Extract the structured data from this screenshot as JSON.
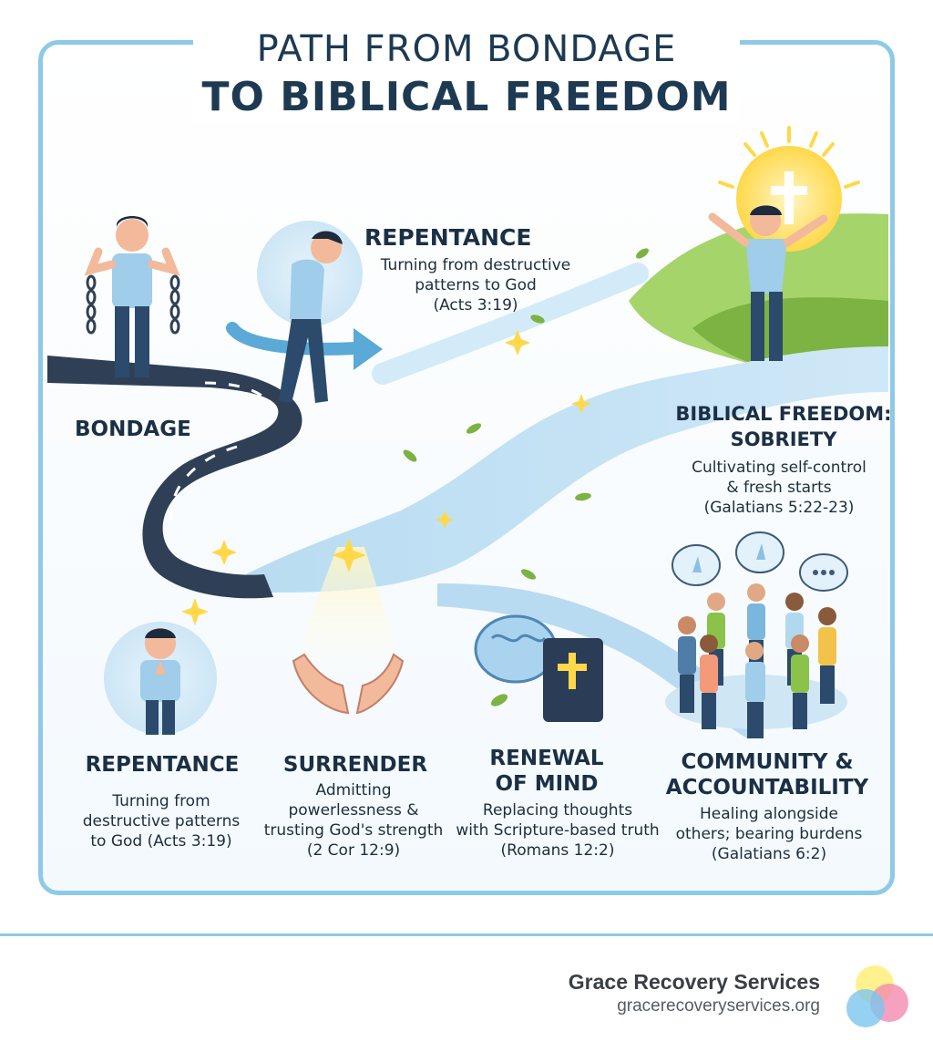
{
  "title": {
    "line1": "PATH FROM BONDAGE",
    "line2": "TO BIBLICAL FREEDOM"
  },
  "top_steps": {
    "bondage": {
      "label": "BONDAGE"
    },
    "repentance": {
      "label": "REPENTANCE",
      "line1": "Turning from destructive",
      "line2": "patterns to God",
      "line3": "(Acts 3:19)"
    },
    "freedom": {
      "label1": "BIBLICAL FREEDOM:",
      "label2": "SOBRIETY",
      "line1": "Cultivating self-control",
      "line2": "& fresh starts",
      "line3": "(Galatians 5:22-23)"
    }
  },
  "bottom_steps": [
    {
      "label1": "REPENTANCE",
      "label2": "",
      "line1": "Turning from",
      "line2": "destructive patterns",
      "line3": "to God (Acts 3:19)",
      "line4": ""
    },
    {
      "label1": "SURRENDER",
      "label2": "",
      "line1": "Admitting",
      "line2": "powerlessness &",
      "line3": "trusting God's strength",
      "line4": "(2 Cor 12:9)"
    },
    {
      "label1": "RENEWAL",
      "label2": "OF MIND",
      "line1": "Replacing thoughts",
      "line2": "with Scripture-based truth",
      "line3": "(Romans 12:2)",
      "line4": ""
    },
    {
      "label1": "COMMUNITY &",
      "label2": "ACCOUNTABILITY",
      "line1": "Healing alongside",
      "line2": "others; bearing burdens",
      "line3": "(Galatians 6:2)",
      "line4": ""
    }
  ],
  "footer": {
    "org_name": "Grace Recovery Services",
    "org_url": "gracerecoveryservices.org"
  },
  "colors": {
    "frame": "#8ecae6",
    "road_dark": "#2f3f55",
    "river": "#a8d4ee",
    "grass": "#8bc34a",
    "sun": "#ffe27a"
  }
}
